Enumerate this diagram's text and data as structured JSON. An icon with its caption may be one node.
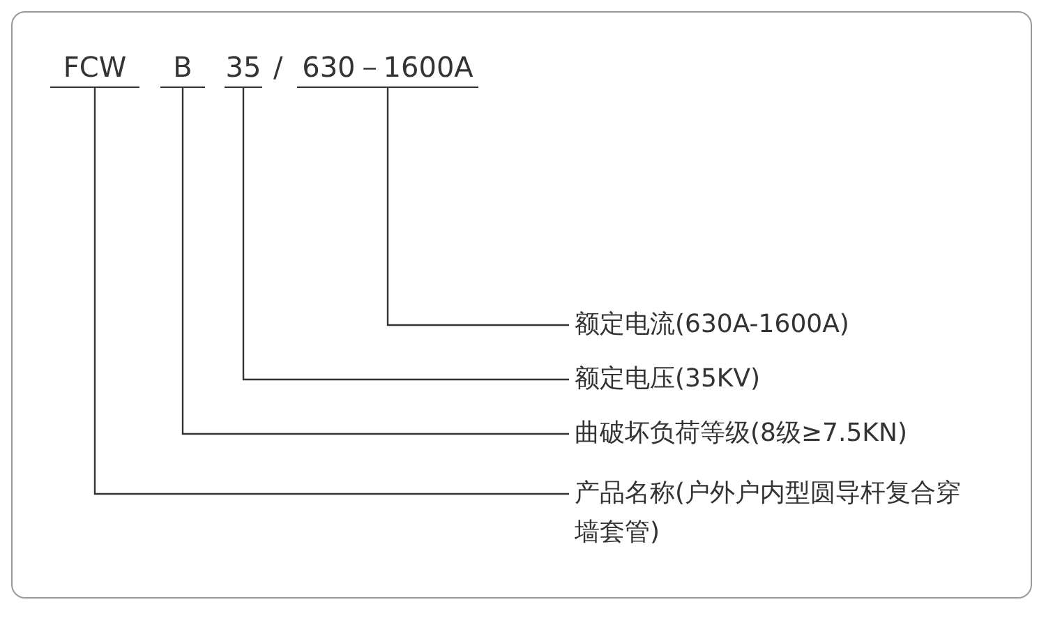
{
  "diagram": {
    "nodes": [
      {
        "text": [
          "FCW"
        ]
      },
      {
        "text": [
          "B"
        ]
      },
      {
        "text": [
          "35"
        ]
      },
      {
        "text": [
          "630－1600A"
        ]
      },
      {
        "text": [
          "额定电流(630A-1600A)"
        ]
      },
      {
        "text": [
          "额定电压(35KV)"
        ]
      },
      {
        "text": [
          "曲破坏负荷等级(8级≥7.5KN)"
        ]
      },
      {
        "text": [
          "产品名称(户外户内型圆导杆复合穿墙套管)"
        ]
      }
    ],
    "edges": [
      {
        "from": 3,
        "to": 4,
        "arrow": "none"
      },
      {
        "from": 2,
        "to": 5,
        "arrow": "none"
      },
      {
        "from": 1,
        "to": 6,
        "arrow": "none"
      },
      {
        "from": 0,
        "to": 7,
        "arrow": "none"
      }
    ],
    "labels": [
      "/"
    ]
  }
}
